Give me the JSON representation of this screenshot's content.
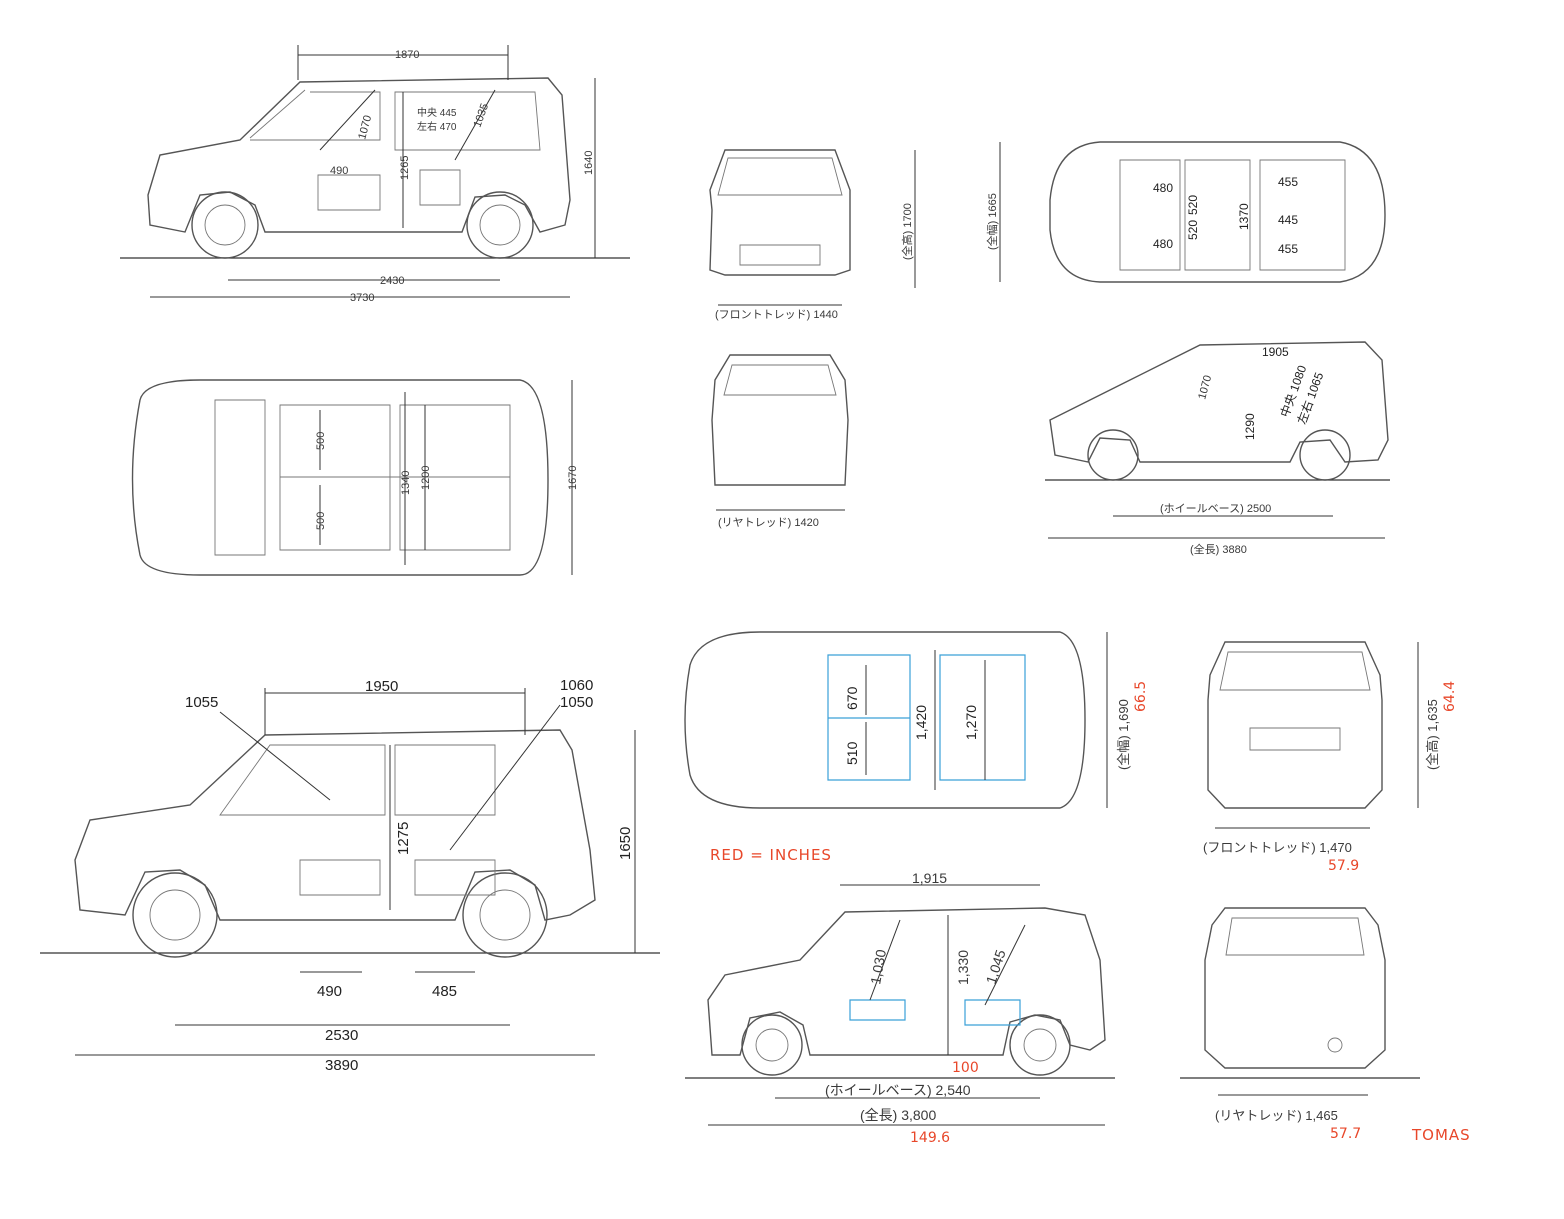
{
  "panel1_side": {
    "d1870": "1870",
    "d1070": "1070",
    "d1035": "1035",
    "center_445": "中央 445",
    "side_470": "左右 470",
    "d490": "490",
    "d1265": "1265",
    "d1640": "1640",
    "d2430": "2430",
    "d3730": "3730"
  },
  "panel2_top": {
    "d500a": "500",
    "d500b": "500",
    "d1340": "1340",
    "d1200": "1200",
    "d1670": "1670"
  },
  "panel3_front": {
    "height": "(全高) 1700",
    "tread": "(フロントトレッド) 1440"
  },
  "panel4_top": {
    "width": "(全幅) 1665",
    "d480a": "480",
    "d480b": "480",
    "d520a": "520",
    "d520b": "520",
    "d1370": "1370",
    "d455a": "455",
    "d445": "445",
    "d455b": "455"
  },
  "panel5_rear": {
    "tread": "(リヤトレッド) 1420"
  },
  "panel6_side": {
    "d1905": "1905",
    "d1070": "1070",
    "center_1080": "中央 1080",
    "side_1065": "左右 1065",
    "d1290": "1290",
    "wheelbase": "(ホイールベース) 2500",
    "length": "(全長) 3880"
  },
  "panel7_side": {
    "d1055": "1055",
    "d1950": "1950",
    "d1060": "1060",
    "d1050": "1050",
    "d1275": "1275",
    "d1650": "1650",
    "d490": "490",
    "d485": "485",
    "d2530": "2530",
    "d3890": "3890"
  },
  "panel8_top": {
    "width": "(全幅) 1,690",
    "width_in": "66.5",
    "d670": "670",
    "d510": "510",
    "d1420": "1,420",
    "d1270": "1,270"
  },
  "panel9_front": {
    "height": "(全高) 1,635",
    "height_in": "64.4",
    "tread": "(フロントトレッド) 1,470",
    "tread_in": "57.9"
  },
  "panel10_side": {
    "d1915": "1,915",
    "d1030": "1,030",
    "d1330": "1,330",
    "d1045": "1,045",
    "d100": "100",
    "wheelbase": "(ホイールベース) 2,540",
    "length": "(全長) 3,800",
    "length_in": "149.6"
  },
  "panel11_rear": {
    "tread": "(リヤトレッド) 1,465",
    "tread_in": "57.7"
  },
  "annotations": {
    "legend": "RED = INCHES",
    "signature": "TOMAS"
  }
}
